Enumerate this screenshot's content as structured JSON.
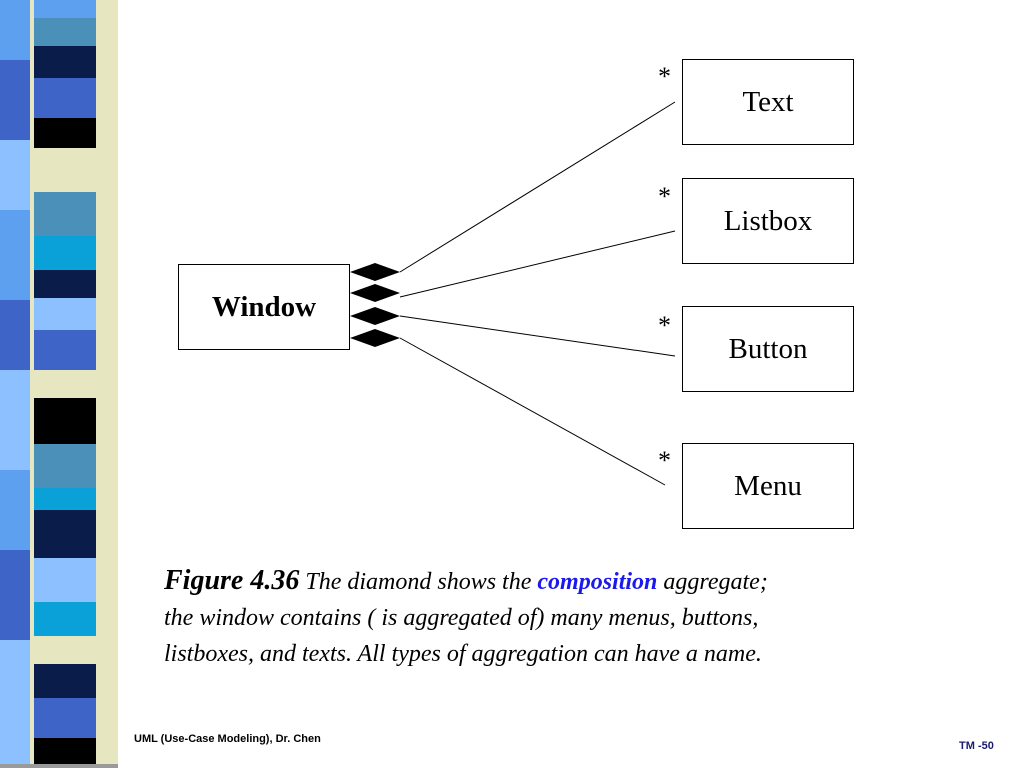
{
  "diagram": {
    "whole": "Window",
    "parts": [
      {
        "label": "Text",
        "multiplicity": "*"
      },
      {
        "label": "Listbox",
        "multiplicity": "*"
      },
      {
        "label": "Button",
        "multiplicity": "*"
      },
      {
        "label": "Menu",
        "multiplicity": "*"
      }
    ]
  },
  "caption": {
    "figure": "Figure 4.36",
    "text_before": " The diamond shows the ",
    "keyword": "composition",
    "text_after": " aggregate; the window contains ( is aggregated of) many menus, buttons, listboxes, and texts. All types of aggregation can have a name."
  },
  "footer": {
    "left": "UML (Use-Case Modeling), Dr. Chen",
    "right": "TM -50"
  },
  "colors": {
    "keyword": "#1a1aee",
    "stripes": [
      "#3f64c8",
      "#5ea0f0",
      "#8cc0ff",
      "#0a1c4a",
      "#e6e6c0",
      "#4a90b8",
      "#0aa0d8",
      "#000000"
    ]
  }
}
